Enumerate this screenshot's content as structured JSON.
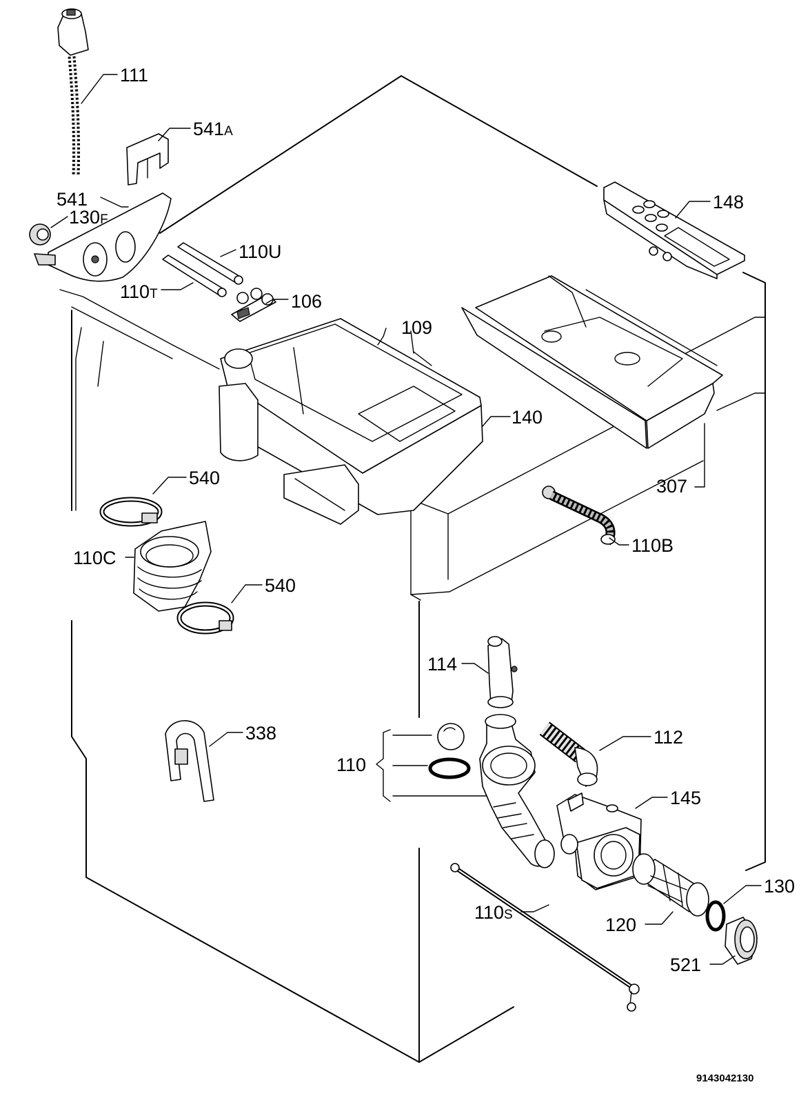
{
  "labels": {
    "l111": "111",
    "l541a": "541",
    "l541a_suffix": "A",
    "l541": "541",
    "l130f": "130",
    "l130f_suffix": "F",
    "l110u": "110U",
    "l110t": "110",
    "l110t_suffix": "T",
    "l106": "106",
    "l109": "109",
    "l148": "148",
    "l140": "140",
    "l307": "307",
    "l540a": "540",
    "l110c": "110C",
    "l540b": "540",
    "l110b": "110B",
    "l114": "114",
    "l338": "338",
    "l110": "110",
    "l112": "112",
    "l145": "145",
    "l130": "130",
    "l120": "120",
    "l110s": "110",
    "l110s_suffix": "S",
    "l521": "521"
  },
  "drawing_code": "9143042130"
}
